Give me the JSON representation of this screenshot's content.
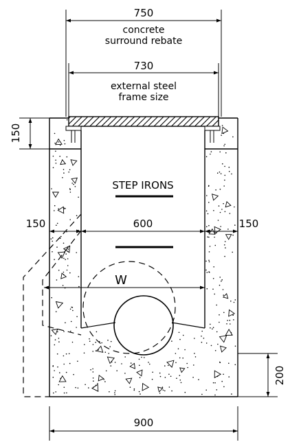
{
  "dimensions": {
    "rebate_width": "750",
    "rebate_label_line1": "concrete",
    "rebate_label_line2": "surround rebate",
    "frame_width": "730",
    "frame_label_line1": "external steel",
    "frame_label_line2": "frame size",
    "top_slab_height": "150",
    "left_wall": "150",
    "chamber_width": "600",
    "right_wall": "150",
    "pipe_width": "W",
    "base_height": "200",
    "overall_width": "900"
  },
  "labels": {
    "step_irons": "STEP IRONS"
  },
  "colors": {
    "line": "#000000",
    "background": "#ffffff"
  }
}
